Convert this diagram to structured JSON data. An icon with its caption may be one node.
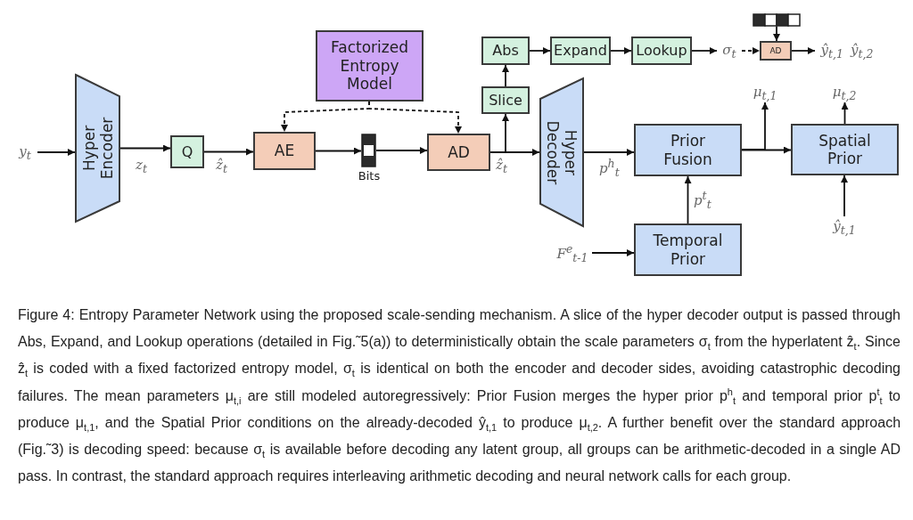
{
  "diagram": {
    "caption": "Figure 4: Entropy Parameter Network using the proposed scale-sending mechanism. A slice of the hyper decoder output is passed through Abs, Expand, and Lookup operations (detailed in Fig.˜5(a)) to deterministically obtain the scale parameters σ$_{t}$ from the hyperlatent ẑ$_{t}$. Since ẑ$_{t}$ is coded with a fixed factorized entropy model, σ$_{t}$ is identical on both the encoder and decoder sides, avoiding catastrophic decoding failures. The mean parameters μ$_{t,i}$ are still modeled autoregressively: Prior Fusion merges the hyper prior p$^{h}$$_{t}$ and temporal prior p$^{t}$$_{t}$ to produce μ$_{t,1}$, and the Spatial Prior conditions on the already-decoded ŷ$_{t,1}$ to produce μ$_{t,2}$. A further benefit over the standard approach (Fig.˜3) is decoding speed: because σ$_{t}$ is available before decoding any latent group, all groups can be arithmetic-decoded in a single AD pass. In contrast, the standard approach requires interleaving arithmetic decoding and neural network calls for each group.",
    "nodes": [
      {
        "text": [
          "y$_{t}$"
        ]
      },
      {
        "text": [
          "Hyper Encoder"
        ]
      },
      {
        "text": [
          "Q"
        ]
      },
      {
        "text": [
          "AE"
        ]
      },
      {
        "text": [],
        "shape": "bar",
        "beside": [
          "Bits"
        ]
      },
      {
        "text": [
          "Factorized Entropy Model"
        ]
      },
      {
        "text": [
          "AD"
        ]
      },
      {
        "text": [
          "Hyper Decoder"
        ]
      },
      {
        "text": [
          "Slice"
        ]
      },
      {
        "text": [
          "Abs"
        ]
      },
      {
        "text": [
          "Expand"
        ]
      },
      {
        "text": [
          "Lookup"
        ]
      },
      {
        "text": [
          "σ$_{t}$"
        ]
      },
      {
        "text": [
          "AD"
        ]
      },
      {
        "text": [],
        "shape": "bar"
      },
      {
        "text": [
          "ŷ$_{t,1}$",
          "ŷ$_{t,2}$"
        ]
      },
      {
        "text": [
          "Prior Fusion"
        ]
      },
      {
        "text": [
          "Spatial Prior"
        ]
      },
      {
        "text": [
          "μ$_{t,1}$"
        ]
      },
      {
        "text": [
          "μ$_{t,2}$"
        ]
      },
      {
        "text": [
          "Temporal Prior"
        ]
      },
      {
        "text": [
          "F$^{e}$$_{t-1}$"
        ]
      },
      {
        "text": [
          "ŷ$_{t,1}$"
        ]
      }
    ],
    "edges": [
      {
        "from": 0,
        "to": 1,
        "arrow": "to"
      },
      {
        "from": 1,
        "to": 2,
        "arrow": "to",
        "label": "z$_{t}$"
      },
      {
        "from": 2,
        "to": 3,
        "arrow": "to",
        "label": "ẑ$_{t}$"
      },
      {
        "from": 3,
        "to": 4,
        "arrow": "to"
      },
      {
        "from": 4,
        "to": 6,
        "arrow": "to"
      },
      {
        "from": 5,
        "to": 3,
        "arrow": "to",
        "style": "dashed"
      },
      {
        "from": 5,
        "to": 6,
        "arrow": "to",
        "style": "dashed"
      },
      {
        "from": 6,
        "to": 7,
        "arrow": "to",
        "label": "ẑ$_{t}$"
      },
      {
        "from": 6,
        "to": 8,
        "arrow": "to"
      },
      {
        "from": 8,
        "to": 9,
        "arrow": "to"
      },
      {
        "from": 9,
        "to": 10,
        "arrow": "to"
      },
      {
        "from": 10,
        "to": 11,
        "arrow": "to"
      },
      {
        "from": 11,
        "to": 12,
        "arrow": "to"
      },
      {
        "from": 12,
        "to": 13,
        "arrow": "to",
        "style": "dashed"
      },
      {
        "from": 14,
        "to": 13,
        "arrow": "to"
      },
      {
        "from": 13,
        "to": 15,
        "arrow": "to"
      },
      {
        "from": 7,
        "to": 16,
        "arrow": "to",
        "label": "p$^{h}$$_{t}$"
      },
      {
        "from": 20,
        "to": 16,
        "arrow": "to",
        "label": "p$^{t}$$_{t}$"
      },
      {
        "from": 21,
        "to": 20,
        "arrow": "to"
      },
      {
        "from": 16,
        "to": 17,
        "arrow": "to"
      },
      {
        "from": 16,
        "to": 18,
        "arrow": "to"
      },
      {
        "from": 17,
        "to": 19,
        "arrow": "to"
      },
      {
        "from": 22,
        "to": 17,
        "arrow": "to"
      }
    ]
  }
}
